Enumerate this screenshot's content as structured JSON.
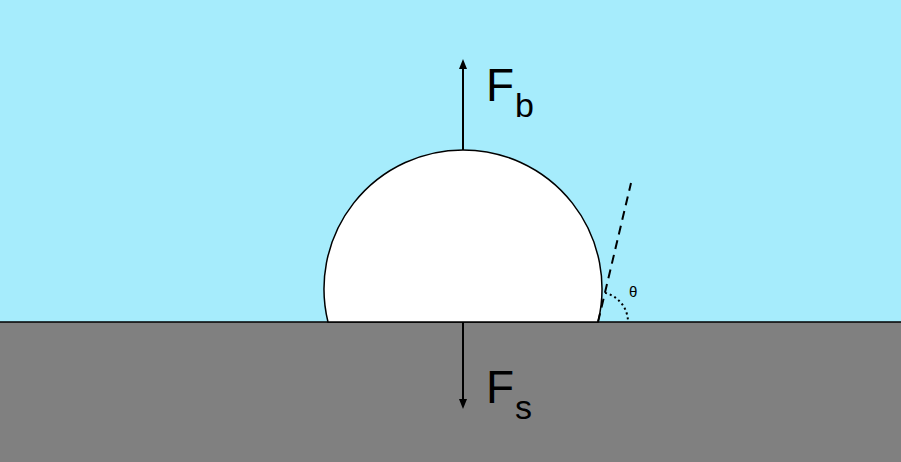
{
  "diagram": {
    "labels": [
      "F",
      "b",
      "F",
      "s",
      "θ"
    ]
  }
}
